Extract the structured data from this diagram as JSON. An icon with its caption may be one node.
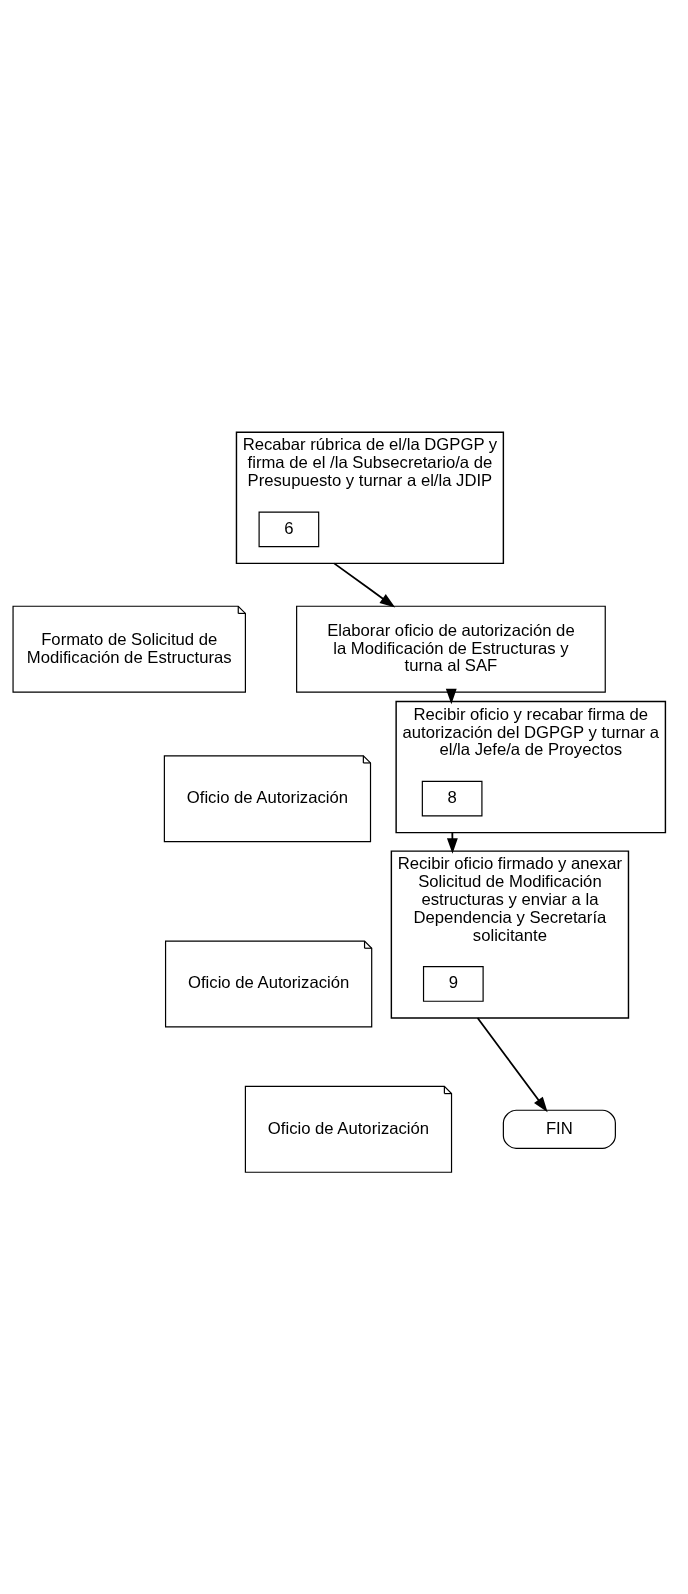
{
  "diagram": {
    "nodes": [
      {
        "text": [
          "Recabar rúbrica de el/la DGPGP y firma de el /la Subsecretario/a de  Presupuesto y turnar a el/la JDIP"
        ]
      },
      {
        "text": [
          "6"
        ],
        "in": 0
      },
      {
        "text": [
          "Formato de Solicitud de Modificación de Estructuras"
        ]
      },
      {
        "text": [
          "Elaborar oficio de autorización de la Modificación de Estructuras y turna al SAF"
        ]
      },
      {
        "text": [
          "Oficio de Autorización"
        ]
      },
      {
        "text": [
          "Recibir oficio y recabar firma de autorización del DGPGP y turnar a el/la Jefe/a de Proyectos"
        ]
      },
      {
        "text": [
          "8"
        ],
        "in": 5
      },
      {
        "text": [
          "Oficio de Autorización"
        ]
      },
      {
        "text": [
          "Recibir oficio firmado y anexar Solicitud de Modificación estructuras y enviar a la Dependencia y Secretaría solicitante"
        ]
      },
      {
        "text": [
          "9"
        ],
        "in": 8
      },
      {
        "text": [
          "Oficio de Autorización"
        ]
      },
      {
        "text": [
          "FIN"
        ]
      }
    ],
    "edges": [
      {
        "from": 0,
        "to": 3,
        "arrow": "to"
      },
      {
        "from": 3,
        "to": 5,
        "arrow": "to"
      },
      {
        "from": 5,
        "to": 8,
        "arrow": "to"
      },
      {
        "from": 8,
        "to": 11,
        "arrow": "to"
      }
    ]
  }
}
